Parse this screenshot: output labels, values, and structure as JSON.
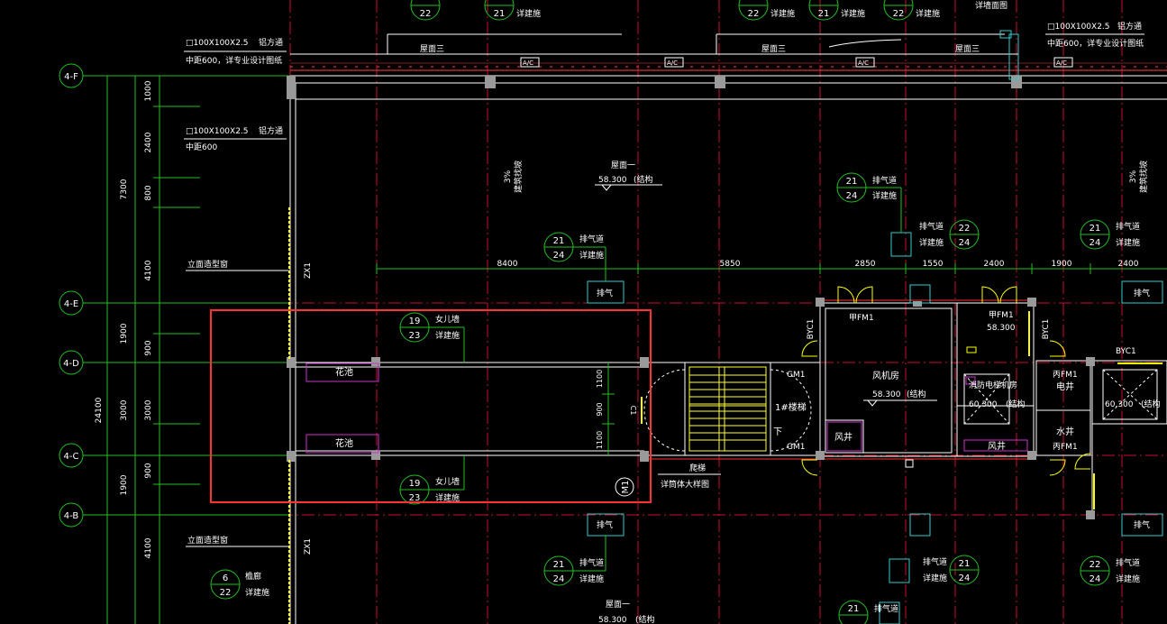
{
  "colors": {
    "background": "#000000",
    "grid_axis": "#c8102e",
    "wall": "#ffffff",
    "dimension": "#20c020",
    "annotation": "#ffffff",
    "stair": "#ffff33",
    "door": "#ffff00",
    "planter": "#cc33cc",
    "vent": "#33cccc",
    "selection": "#ff3333",
    "column": "#9a9a9a",
    "facade": "#ff4040"
  },
  "axis_labels": [
    "4-F",
    "4-E",
    "4-D",
    "4-C",
    "4-B"
  ],
  "left_dims": {
    "small": [
      "1000",
      "2400",
      "800",
      "4100",
      "900",
      "3000",
      "900",
      "4100"
    ],
    "mid": [
      "7300",
      "1900",
      "3000",
      "1900"
    ],
    "total": "24100"
  },
  "top_dims": [
    "8400",
    "5850",
    "2850",
    "1550",
    "2400",
    "1900",
    "2400"
  ],
  "side_notes": {
    "tube_1": "□100X100X2.5",
    "tube_1_mat": "铝方通",
    "tube_1_spec": "中距600，详专业设计图纸",
    "tube_2": "□100X100X2.5",
    "tube_2_mat": "铝方通",
    "tube_2_spec": "中距600",
    "tube_3": "□100X100X2.5",
    "tube_3_mat": "铝方通",
    "tube_3_spec": "中距600，详专业设计图纸",
    "facade_window_1": "立面造型窗",
    "facade_window_2": "立面造型窗",
    "zx1_a": "ZX1",
    "zx1_b": "ZX1"
  },
  "roof": {
    "roof3_a": "屋面三",
    "roof3_b": "屋面三",
    "roof3_c": "屋面三",
    "ac": "A/C",
    "roof1_title": "屋面一",
    "roof1_elev": "58.300",
    "roof1_note": "(结构",
    "slope": "3%",
    "slope_note": "建筑找坡",
    "roof1_title_b": "屋面一",
    "roof1_elev_b": "58.300",
    "roof1_note_b": "(结构"
  },
  "callouts": {
    "top_num": "22",
    "top_num_b": "21",
    "top_text": "详建施",
    "vent_name": "排气道",
    "vent_top": "21",
    "vent_bottom": "24",
    "vent_22": "22",
    "see_text": "详建施",
    "parapet": "女儿墙",
    "parapet_top": "19",
    "parapet_bottom": "23",
    "eave": "檐廊",
    "eave_top": "6",
    "eave_bottom": "22",
    "ladder": "爬梯",
    "ladder_note": "详筒体大样图",
    "top_corner": "详墙面图"
  },
  "rooms": {
    "planter": "花池",
    "stair": "1#楼梯",
    "stair_down": "下",
    "fan_room": "风机房",
    "fan_elev": "58.300",
    "fan_note": "(结构",
    "fire_elevator": "消防电梯机房",
    "elev_1": "60.300",
    "elev_1_note": "(结构",
    "elev_2": "60.300",
    "elev_2_note": "(结构",
    "wind_shaft": "风井",
    "wind_shaft_b": "风井",
    "elec_shaft": "电井",
    "water_shaft": "水井",
    "level_b": "58.300",
    "vent_label": "排气"
  },
  "doors": {
    "gm1": "GM1",
    "gm1_b": "GM1",
    "fm1": "甲FM1",
    "fm1_b": "甲FM1",
    "fm1_c": "丙FM1",
    "fm1_d": "丙FM1",
    "byc1": "BYC1",
    "byc1_b": "BYC1",
    "byc1_c": "BYC1",
    "c1": "C1",
    "m1": "M1"
  },
  "dims_misc": {
    "d1100": "1100",
    "d900": "900",
    "d1100b": "1100"
  }
}
